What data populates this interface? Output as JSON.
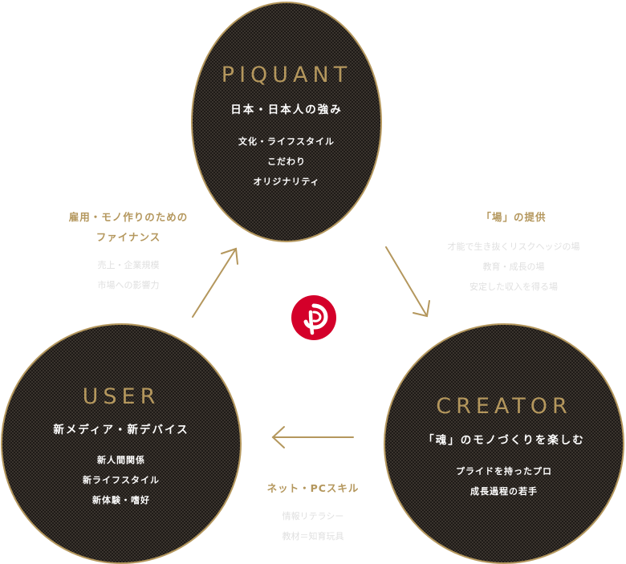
{
  "top": {
    "title": "PIQUANT",
    "subtitle": "日本・日本人の強み",
    "items": [
      "文化・ライフスタイル",
      "こだわり",
      "オリジナリティ"
    ]
  },
  "left": {
    "title": "USER",
    "subtitle": "新メディア・新デバイス",
    "items": [
      "新人間関係",
      "新ライフスタイル",
      "新体験・嗜好"
    ]
  },
  "right": {
    "title": "CREATOR",
    "subtitle": "「魂」のモノづくりを楽しむ",
    "items": [
      "プライドを持ったプロ",
      "成長過程の若手"
    ]
  },
  "label_left": {
    "head": [
      "雇用・モノ作りのための",
      "ファイナンス"
    ],
    "items": [
      "売上・企業規模",
      "市場への影響力"
    ]
  },
  "label_right": {
    "head": [
      "「場」の提供"
    ],
    "items": [
      "才能で生き抜くリスクヘッジの場",
      "教育・成長の場",
      "安定した収入を得る場"
    ]
  },
  "label_bottom": {
    "head": [
      "ネット・PCスキル"
    ],
    "items": [
      "情報リテラシー",
      "教材＝知育玩具"
    ]
  },
  "colors": {
    "accent": "#b4975d",
    "logo": "#d4002a",
    "circle": "#1e1a17"
  },
  "logo_icon": "p-logo-icon"
}
